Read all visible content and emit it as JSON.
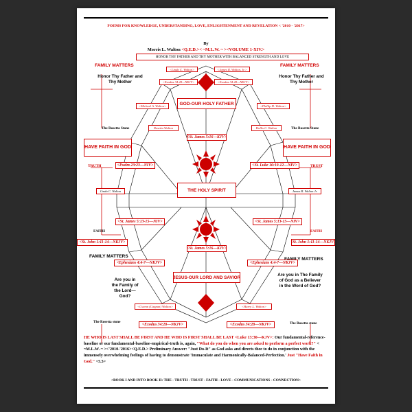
{
  "header": {
    "title": "POEMS FOR KNOWLEDGE, UNDERSTANDING, LOVE, ENLIGHTENMENT AND REVELATION < '2010 - '2017>",
    "by": "By",
    "author_prefix": "Morris L. Walton ",
    "author_suffix": "<Q.E.D.>< ~M.L.W. ~ ><VOLUME 1-XIV.>",
    "subtitle": "HONOR THY FATHER AND THY MOTHER WITH BALANCED STRENGTH AND LOVE"
  },
  "diagram": {
    "family_matters_top_left": "FAMILY MATTERS",
    "family_matters_top_right": "FAMILY MATTERS",
    "honor_left": "Honor Thy Father and Thy Mother",
    "honor_right": "Honor Thy Father and Thy Mother",
    "sig_top_left": "<Linda C. Walton>",
    "sig_top_right": "<James R. Walton, Jr.>",
    "exodus_top_left": "<Exodus 34:28—NKJV>",
    "exodus_top_right": "<Exodus 34:28—NKJV>",
    "sig_michael": "<Michael A. Walton>",
    "sig_phillip": "<Phillip D. Walton>",
    "god_father": "GOD-OUR HOLY FATHER",
    "rosetta_left_1": "The Rosetta Stone",
    "rosetta_right_1": "The Rosetta Stone",
    "sig_rosetta": "Rosetta Walton",
    "sig_hollis": "Hollis C. Walton",
    "st_james_top": "<St. James 5:16—KJV>",
    "faith_god_left": "HAVE FAITH IN GOD",
    "faith_god_right": "HAVE FAITH IN GOD",
    "truth_left": "TRUTH",
    "trust_right": "TRUST",
    "psalm": "<Psalm 23:23—NIV>",
    "st_luke": "<St. Luke 16:10-12—NIV>",
    "sig_linda_mid": "Linda C. Walton",
    "sig_james_mid": "James R. Walton Jr.",
    "holy_spirit": "THE HOLY SPIRIT",
    "st_james_left_mid": "<St. James 5:13-15—NIV>",
    "st_james_right_mid": "<St. James 5:13-15—NIV>",
    "faith_left": "FAITH",
    "faith_right": "FAITH",
    "st_john_left": "<St. John 1:11-14—NKJV>",
    "st_john_right": "<St. John 1:11-14—NKJV>",
    "st_james_lower": "<St. James 5:16—KJV>",
    "family_matters_mid_left": "FAMILY MATTERS",
    "family_matters_mid_right": "FAMILY MATTERS",
    "ephesians_left": "<Ephesians 4:4-7—NKJV>",
    "ephesians_right": "<Ephesians 4:4-7—NKJV>",
    "jesus": "JESUS-OUR LORD AND SAVIOR",
    "question_left": "Are you in the Family of the Lord—God?",
    "question_right": "Are you in The Family of God as a Believer in the Word of God?",
    "sig_gwenn": "<Gwenn (Cappan) Walton>",
    "sig_harry": "<Harry L. Walton>",
    "rosetta_left_2": "The Rosetta stone",
    "rosetta_right_2": "The Rosetta stone",
    "exodus_bottom_left": "<Exodus 34:28—NKJV>",
    "exodus_bottom_right": "<Exodus 34:28—NKJV>"
  },
  "footer": {
    "p1_red": "HE WHO IS LAST SHALL BE FIRST AND HE WHO IS FIRST SHALL BE LAST <Luke 13:30—KJV>: ",
    "p1_black": "Our fundamental-reference-baseline or our fundamental-baseline-empirical-truth is, again, ",
    "p1_quote": "\"What do you do when you are asked to perform a perfect work?\"",
    "p1_rest": " < ~M.L.W. ~ ><'2010-'2016><Q.E.D.> Preliminary Answer: \"Just Do-It\" as God asks and directs thee to do in conjunction with the immensely overwhelming feelings of having to demonstrate 'Immaculate and Harmonically-Balanced-Perfection.' ",
    "p1_just": "Just \"Have Faith in God.\"",
    "p1_end": " <5.5>",
    "bottom_line": "<BOOK I AND INTO BOOK II: THE - TRUTH - TRUST - FAITH - LOVE - COMMUNICATIONS - CONNECTION>"
  },
  "colors": {
    "accent_red": "#d10000",
    "page_bg": "#ffffff",
    "viewer_bg": "#2b2b2b"
  }
}
